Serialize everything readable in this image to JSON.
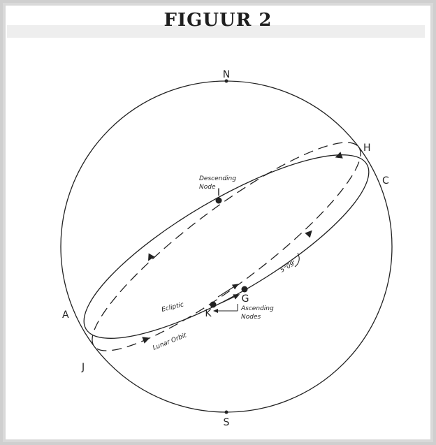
{
  "title": "FIGUUR 2",
  "labels": {
    "N": "N",
    "S": "S",
    "H": "H",
    "C": "C",
    "I": "I",
    "A": "A",
    "J": "J",
    "K": "K",
    "G": "G",
    "descending_line1": "Descending",
    "descending_line2": "Node",
    "ascending_line1": "Ascending",
    "ascending_line2": "Nodes",
    "ecliptic": "Ecliptic",
    "lunar_orbit": "Lunar Orbit",
    "angle": "5°09'"
  }
}
